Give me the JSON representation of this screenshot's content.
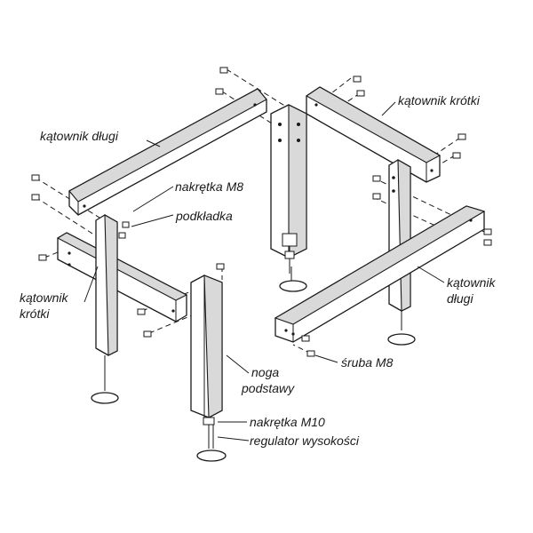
{
  "labels": {
    "katownik_dlugi_top": "kątownik długi",
    "katownik_krotki_top": "kątownik krótki",
    "nakretka_m8": "nakrętka M8",
    "podkladka": "podkładka",
    "katownik_krotki_left_1": "kątownik",
    "katownik_krotki_left_2": "krótki",
    "katownik_dlugi_right_1": "kątownik",
    "katownik_dlugi_right_2": "długi",
    "noga_1": "noga",
    "noga_2": "podstawy",
    "sruba_m8": "śruba M8",
    "nakretka_m10": "nakrętka M10",
    "regulator": "regulator wysokości"
  },
  "colors": {
    "line": "#1a1a1a",
    "shade": "#d9d9d9",
    "background": "#ffffff"
  }
}
